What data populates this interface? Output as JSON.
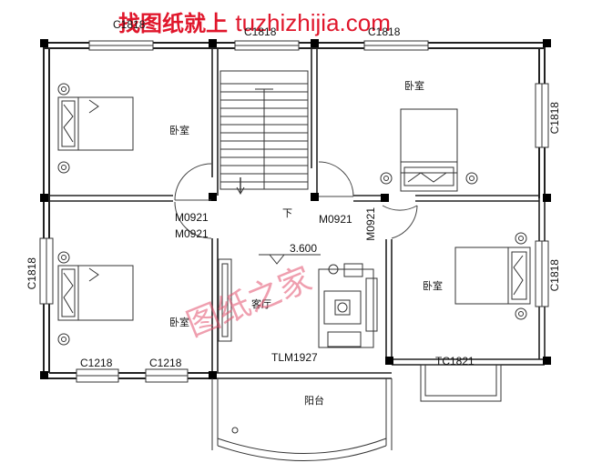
{
  "banner": {
    "prefix": "找图纸就上",
    "url": "tuzhizhijia.com",
    "color": "#e0162b"
  },
  "watermark": "图纸之家",
  "labels": {
    "window_top_left": "C1818",
    "window_top_mid": "C1818",
    "window_top_right": "C1818",
    "window_right_top": "C1818",
    "window_right_bottom": "C1818",
    "window_left": "C1818",
    "window_bottom_1": "C1218",
    "window_bottom_2": "C1218",
    "door_1": "M0921",
    "door_2": "M0921",
    "door_3": "M0921",
    "door_4": "M0921",
    "balcony_door": "TLM1927",
    "bay_window": "TC1821",
    "elevation": "3.600",
    "stair_down": "下"
  },
  "rooms": {
    "bedroom_top_left": "卧室",
    "bedroom_top_right": "卧室",
    "bedroom_bottom_left": "卧室",
    "bedroom_right": "卧室",
    "living_room": "客厅",
    "balcony": "阳台"
  },
  "colors": {
    "wall": "#000000",
    "line": "#333333"
  }
}
